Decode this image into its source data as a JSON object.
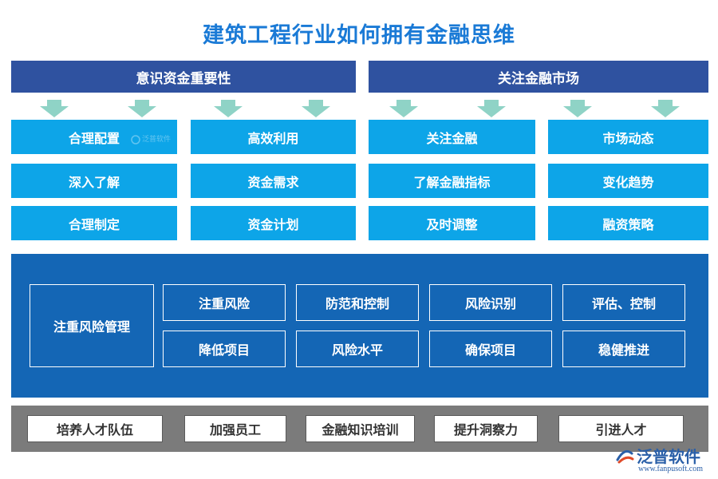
{
  "title": "建筑工程行业如何拥有金融思维",
  "left_section": {
    "header": "意识资金重要性",
    "rows": [
      [
        "合理配置",
        "高效利用"
      ],
      [
        "深入了解",
        "资金需求"
      ],
      [
        "合理制定",
        "资金计划"
      ]
    ]
  },
  "right_section": {
    "header": "关注金融市场",
    "rows": [
      [
        "关注金融",
        "市场动态"
      ],
      [
        "了解金融指标",
        "变化趋势"
      ],
      [
        "及时调整",
        "融资策略"
      ]
    ]
  },
  "risk": {
    "main": "注重风险管理",
    "items": [
      [
        "注重风险",
        "防范和控制",
        "风险识别",
        "评估、控制"
      ],
      [
        "降低项目",
        "风险水平",
        "确保项目",
        "稳健推进"
      ]
    ]
  },
  "talent": {
    "items": [
      "培养人才队伍",
      "加强员工",
      "金融知识培训",
      "提升洞察力",
      "引进人才"
    ]
  },
  "logo": {
    "name": "泛普软件",
    "url": "www.fanpusoft.com",
    "watermark": "泛普软件"
  },
  "colors": {
    "title": "#1a7ad6",
    "header": "#2f52a0",
    "cell": "#0da5e8",
    "arrow": "#8fd3c6",
    "risk_panel": "#1466b5",
    "talent_panel": "#7b7b7b"
  }
}
